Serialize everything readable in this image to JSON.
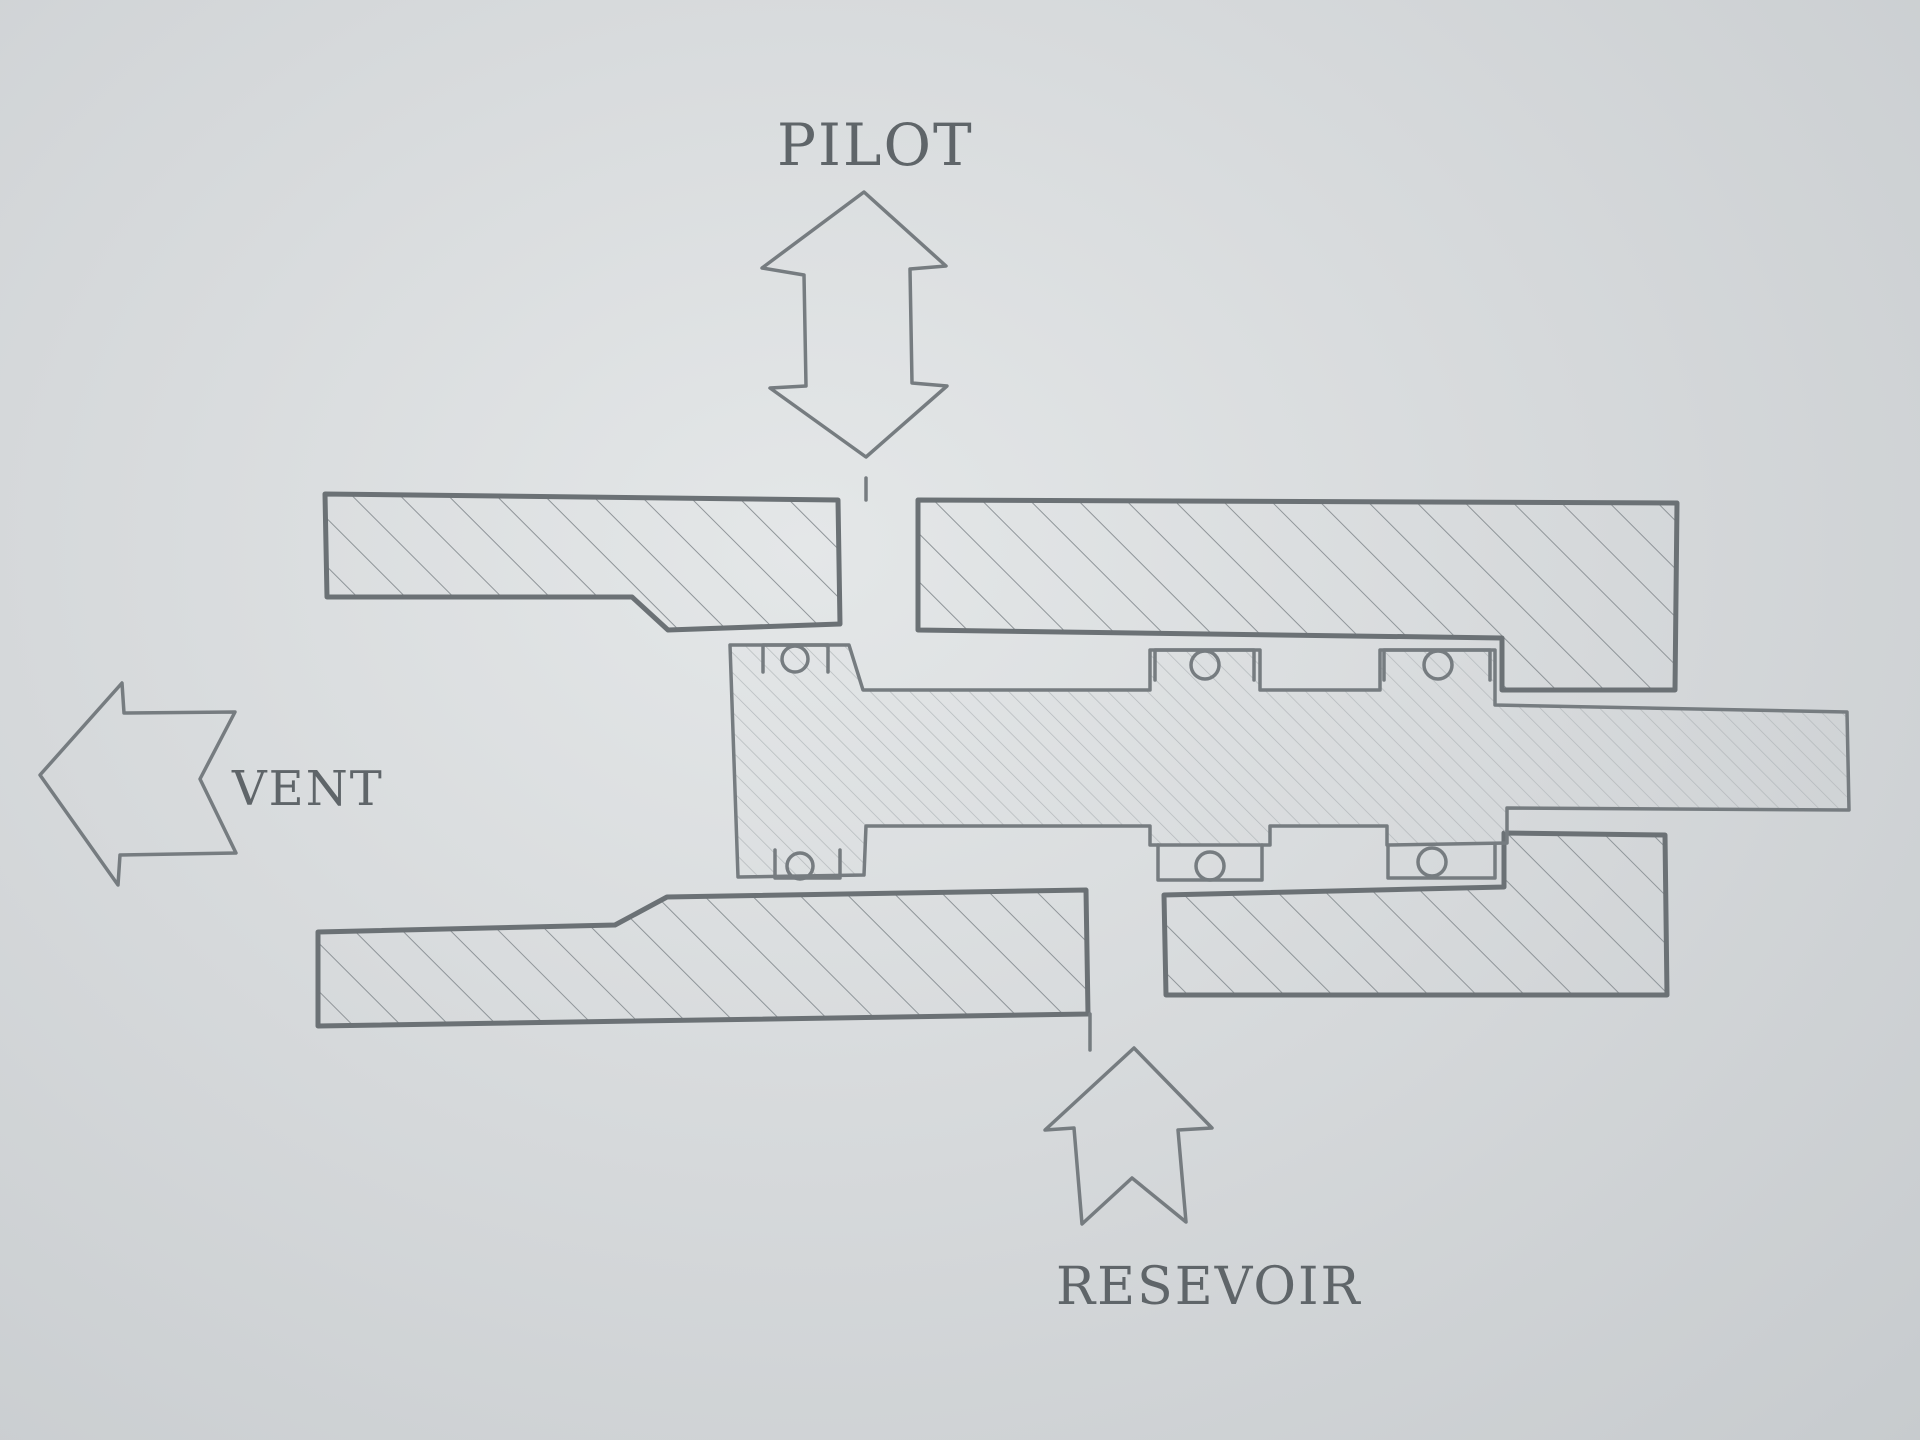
{
  "labels": {
    "pilot": "PILOT",
    "vent": "VENT",
    "reservoir": "RESEVOIR"
  },
  "colors": {
    "paper": "#d9dcde",
    "pencil": "#6b7175"
  }
}
